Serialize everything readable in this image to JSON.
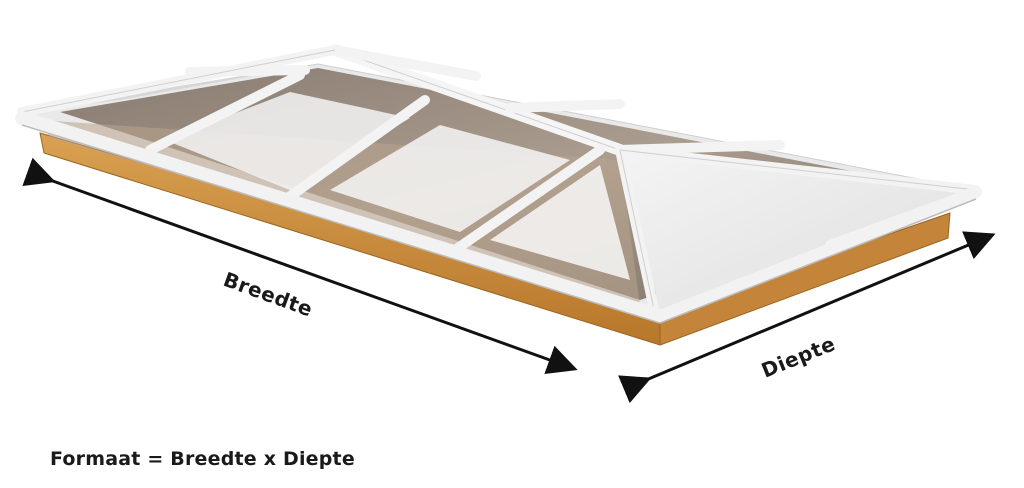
{
  "labels": {
    "width": "Breedte",
    "depth": "Diepte"
  },
  "formula": "Formaat = Breedte x Diepte",
  "colors": {
    "frame": "#f2f2f2",
    "glass": "#8a7a6c",
    "timber": "#c98a3a",
    "arrow": "#111111"
  },
  "icons": {
    "roof": "lantern-roof-illustration",
    "width_arrow": "double-arrow-icon",
    "depth_arrow": "double-arrow-icon"
  }
}
